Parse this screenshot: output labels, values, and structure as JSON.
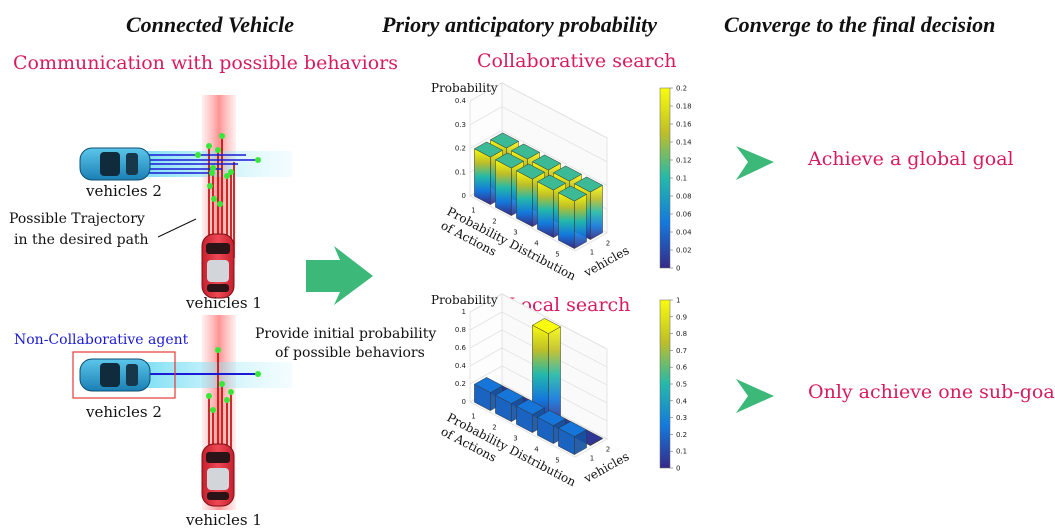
{
  "headers": {
    "col1": "Connected Vehicle",
    "col2": "Priory anticipatory probability",
    "col3": "Converge to the final decision"
  },
  "scene_top": {
    "subtitle": "Communication with possible behaviors",
    "vehicle_a": "vehicles 2",
    "vehicle_b": "vehicles 1",
    "trajectory_note_line1": "Possible Trajectory",
    "trajectory_note_line2": "in the desired path"
  },
  "scene_bottom": {
    "agent_label": "Non-Collaborative agent",
    "vehicle_a": "vehicles 2",
    "vehicle_b": "vehicles 1",
    "note_line1": "Provide initial probability",
    "note_line2": "of possible behaviors"
  },
  "colors": {
    "accent": "#d81b60",
    "arrow_green": "#3cb878",
    "road_red": "#e53935",
    "road_cyan": "#4fd3f0",
    "agent_blue": "#1a1ad6"
  },
  "chart_top": {
    "title": "Collaborative search",
    "zlabel": "Probability",
    "xlabel_line1": "Probability Distribution",
    "xlabel_line2": "of Actions",
    "ylabel": "vehicles",
    "zticks": [
      "0",
      "0.1",
      "0.2",
      "0.3",
      "0.4"
    ],
    "xticks": [
      "1",
      "2",
      "3",
      "4",
      "5"
    ],
    "yticks": [
      "1",
      "2"
    ],
    "colorbar_ticks": [
      "0.2",
      "0.18",
      "0.16",
      "0.14",
      "0.12",
      "0.1",
      "0.08",
      "0.06",
      "0.04",
      "0.02",
      "0"
    ],
    "goal": "Achieve a global goal"
  },
  "chart_bottom": {
    "title": "Local search",
    "zlabel": "Probability",
    "xlabel_line1": "Probability Distribution",
    "xlabel_line2": "of Actions",
    "ylabel": "vehicles",
    "zticks": [
      "0",
      "0.2",
      "0.4",
      "0.6",
      "0.8",
      "1"
    ],
    "xticks": [
      "1",
      "2",
      "3",
      "4",
      "5"
    ],
    "yticks": [
      "1",
      "2"
    ],
    "colorbar_ticks": [
      "1",
      "0.9",
      "0.8",
      "0.7",
      "0.6",
      "0.5",
      "0.4",
      "0.3",
      "0.2",
      "0.1",
      "0"
    ],
    "goal": "Only achieve one sub-goal"
  },
  "chart_data": [
    {
      "type": "bar",
      "title": "Collaborative search",
      "xlabel": "Probability Distribution of Actions",
      "ylabel": "vehicles",
      "zlabel": "Probability",
      "categories": [
        "1",
        "2",
        "3",
        "4",
        "5"
      ],
      "series": [
        {
          "name": "1",
          "values": [
            0.2,
            0.2,
            0.2,
            0.2,
            0.2
          ]
        },
        {
          "name": "2",
          "values": [
            0.2,
            0.2,
            0.2,
            0.2,
            0.2
          ]
        }
      ],
      "zlim": [
        0,
        0.4
      ]
    },
    {
      "type": "bar",
      "title": "Local search",
      "xlabel": "Probability Distribution of Actions",
      "ylabel": "vehicles",
      "zlabel": "Probability",
      "categories": [
        "1",
        "2",
        "3",
        "4",
        "5"
      ],
      "series": [
        {
          "name": "1",
          "values": [
            0.2,
            0.2,
            0.2,
            0.2,
            0.2
          ]
        },
        {
          "name": "2",
          "values": [
            0,
            0,
            1,
            0,
            0
          ]
        }
      ],
      "zlim": [
        0,
        1
      ]
    }
  ]
}
